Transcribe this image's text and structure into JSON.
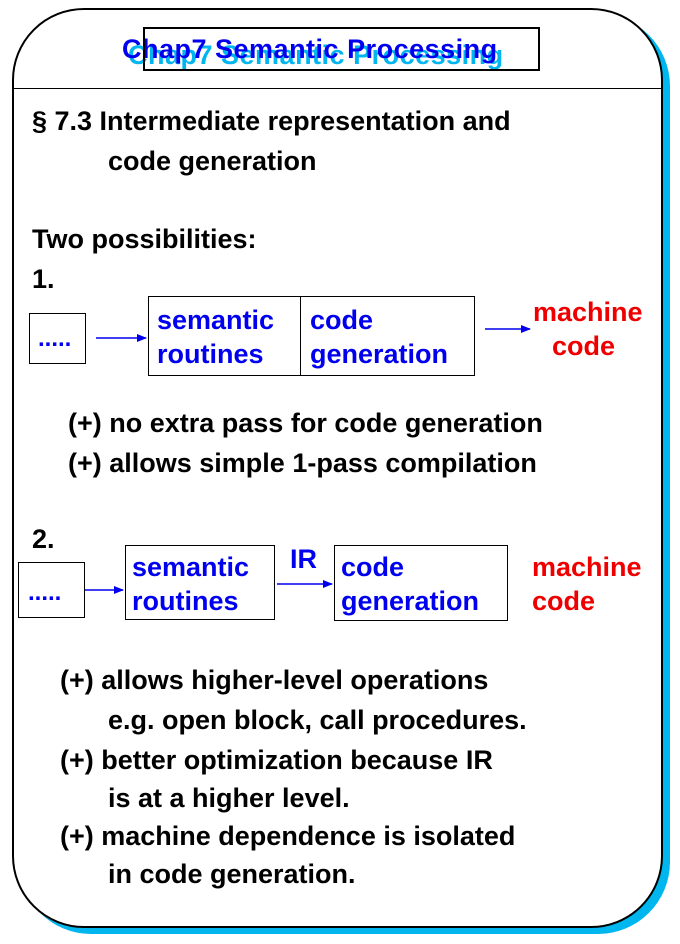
{
  "slide": {
    "title": "Chap7  Semantic Processing",
    "section_heading_line1": "§ 7.3 Intermediate representation and",
    "section_heading_line2": "code generation",
    "intro": "Two possibilities:",
    "option1": {
      "number": "1.",
      "input_label": ".....",
      "box_left_line1": "semantic",
      "box_left_line2": "routines",
      "box_right_line1": "code",
      "box_right_line2": "generation",
      "output_line1": "machine",
      "output_line2": "code",
      "pros": [
        "(+) no extra pass for code generation",
        "(+) allows simple 1-pass compilation"
      ]
    },
    "option2": {
      "number": "2.",
      "input_label": ".....",
      "box1_line1": "semantic",
      "box1_line2": "routines",
      "ir_label": "IR",
      "box2_line1": "code",
      "box2_line2": "generation",
      "output_line1": "machine",
      "output_line2": "code",
      "pros": [
        "(+) allows higher-level operations",
        "e.g. open block, call procedures.",
        "(+) better optimization because IR",
        "is at a higher level.",
        "(+) machine dependence is isolated",
        "in code generation."
      ]
    },
    "colors": {
      "title": "#0000ee",
      "title_shadow": "#00b6ee",
      "diagram_text": "#0000ee",
      "output_text": "#ee0000",
      "frame_shadow": "#00b6ee"
    }
  }
}
